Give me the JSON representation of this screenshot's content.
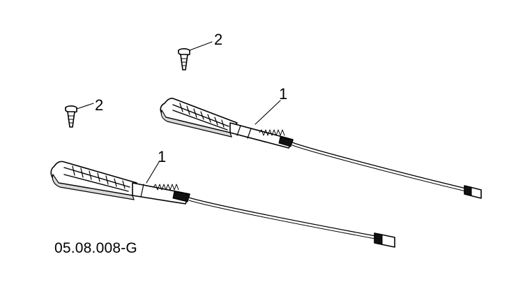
{
  "callouts": {
    "part_upper": "1",
    "part_lower": "1",
    "screw_upper": "2",
    "screw_lower": "2"
  },
  "figure_code": "05.08.008-G",
  "colors": {
    "ink": "#000000",
    "background": "#ffffff"
  }
}
